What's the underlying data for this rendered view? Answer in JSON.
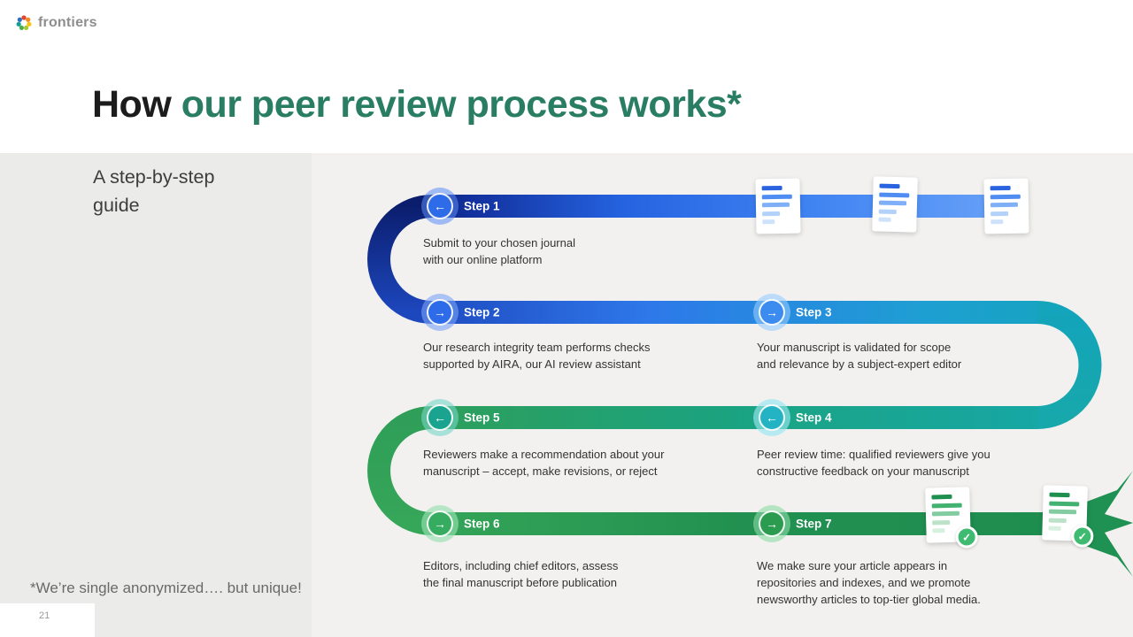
{
  "colors": {
    "title_green": "#287d62",
    "path_blue_dark": "#0b1e6e",
    "path_blue": "#2d6be8",
    "path_teal": "#14a4bb",
    "path_green": "#2f9e58"
  },
  "header": {
    "logo_text": "frontiers"
  },
  "title": {
    "prefix": "How ",
    "highlight": "our peer review process works*"
  },
  "sidebar": {
    "subtitle": "A step-by-step\nguide"
  },
  "footnote": "*We’re single anonymized…. but unique!",
  "page_number": "21",
  "icons": {
    "check": "✓"
  },
  "steps": [
    {
      "label": "Step 1",
      "arrow": "←",
      "description": "Submit to your chosen journal\nwith our online platform"
    },
    {
      "label": "Step 2",
      "arrow": "→",
      "description": "Our research integrity team performs checks\nsupported by AIRA, our AI review assistant"
    },
    {
      "label": "Step 3",
      "arrow": "→",
      "description": "Your manuscript is validated for scope\nand relevance by a subject-expert editor"
    },
    {
      "label": "Step 4",
      "arrow": "←",
      "description": "Peer review time: qualified reviewers give you\nconstructive feedback on your manuscript"
    },
    {
      "label": "Step 5",
      "arrow": "←",
      "description": "Reviewers make a recommendation about your\nmanuscript – accept, make revisions, or reject"
    },
    {
      "label": "Step 6",
      "arrow": "→",
      "description": "Editors, including chief editors, assess\nthe final manuscript before publication"
    },
    {
      "label": "Step 7",
      "arrow": "→",
      "description": "We make sure your article appears in\nrepositories and indexes, and we promote\nnewsworthy articles to top-tier global media."
    }
  ]
}
